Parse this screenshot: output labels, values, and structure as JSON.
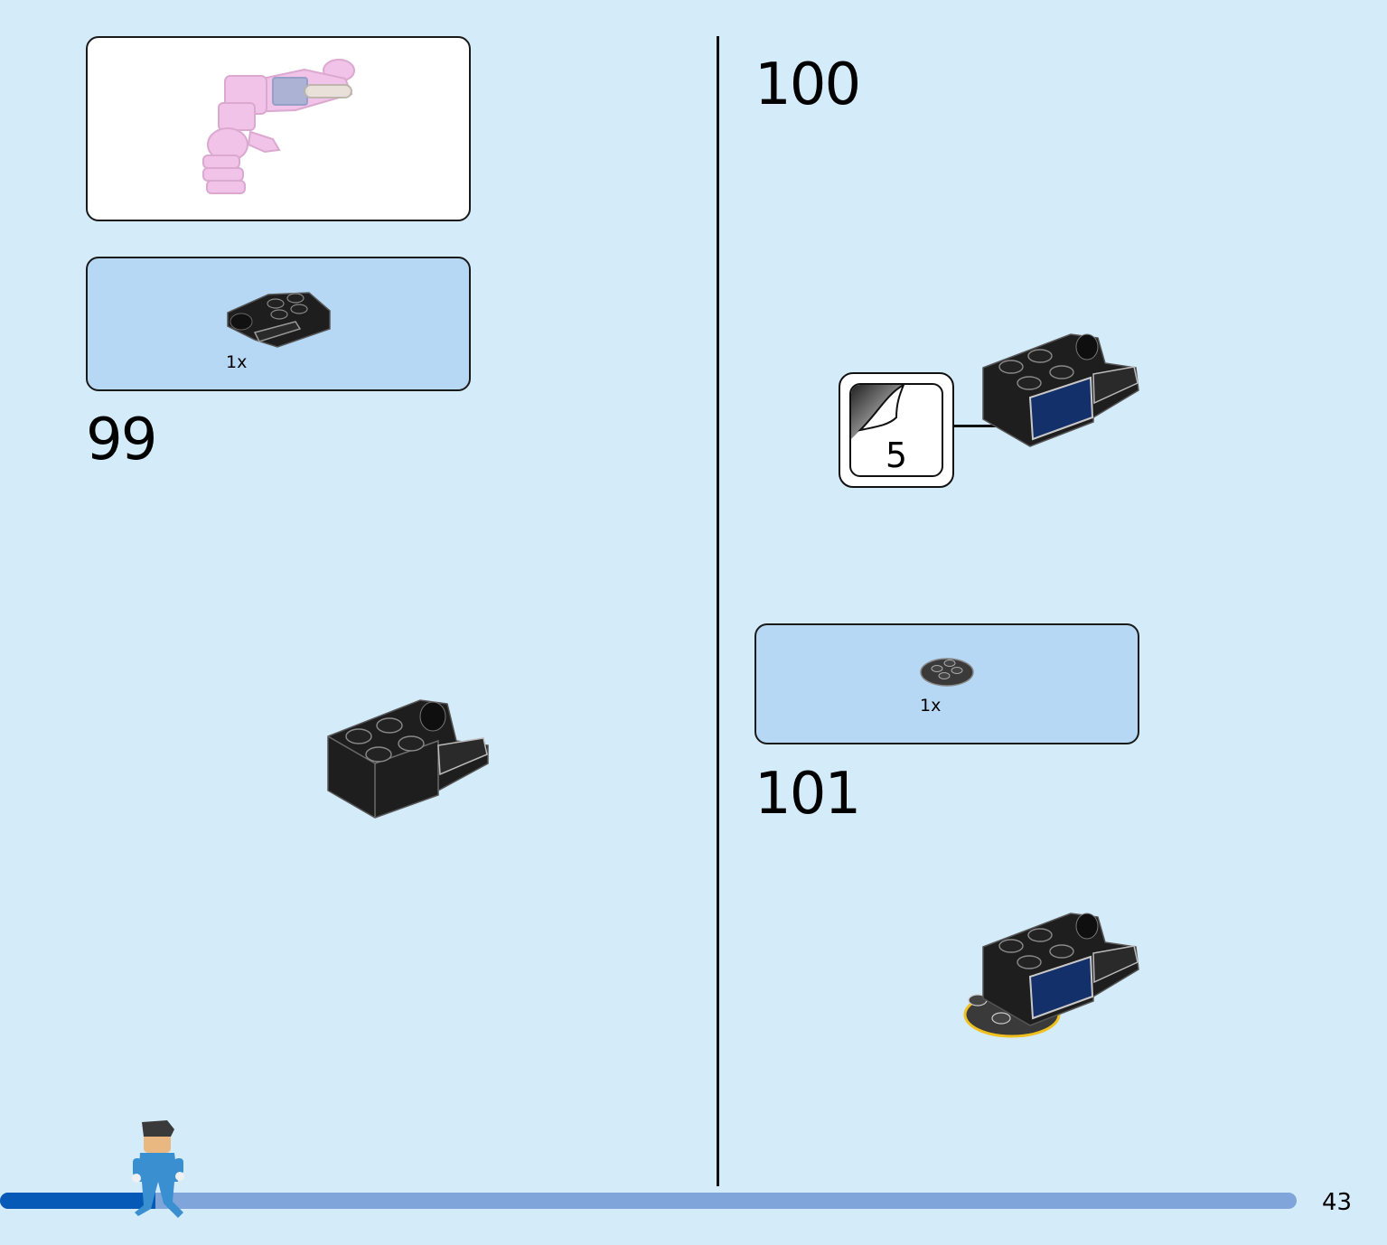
{
  "steps": {
    "s99": {
      "number": "99",
      "parts_qty": "1x"
    },
    "s100": {
      "number": "100",
      "sticker_number": "5"
    },
    "s101": {
      "number": "101",
      "parts_qty": "1x"
    }
  },
  "footer": {
    "page_number": "43",
    "progress": 0.12
  },
  "colors": {
    "background": "#d4ebfa",
    "parts_panel": "#b6d8f5",
    "progress_fill": "#0659b6",
    "progress_track": "#80a5da",
    "brick": "#1e1e1e",
    "sticker_blue": "#14306a",
    "preview_pink": "#f0b4e0"
  },
  "icons": [
    "brick-2x2-with-clip-icon",
    "round-plate-2x2-icon",
    "sticker-sheet-icon",
    "minifigure-icon"
  ]
}
